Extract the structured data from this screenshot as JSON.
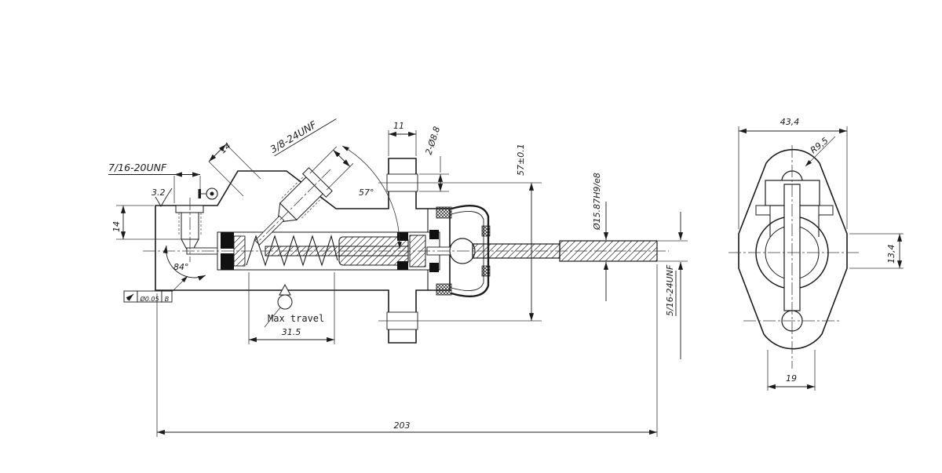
{
  "section_view": {
    "reservoir_thread": "7/16-20UNF",
    "surface_roughness": "3.2",
    "reservoir_depth": "14",
    "seat_angle": "84°",
    "outlet_thread": "3/8-24UNF",
    "outlet_length": "14",
    "port_angle": "57°",
    "flange_thickness": "11",
    "mounting_holes": "2-Ø8.8",
    "hole_spacing": "57±0.1",
    "rod_diameter": "Ø15.87H9/e8",
    "rod_thread": "5/16-24UNF",
    "travel_label": "Max travel",
    "travel_value": "31.5",
    "overall_length": "203",
    "runout_tolerance": "Ø0.05",
    "runout_datum": "B"
  },
  "end_view": {
    "flange_width": "43,4",
    "lobe_radius": "R9,5",
    "side_flat": "13,4",
    "boss_width": "19"
  },
  "colors": {
    "line": "#1b1b1b",
    "background": "#ffffff"
  }
}
